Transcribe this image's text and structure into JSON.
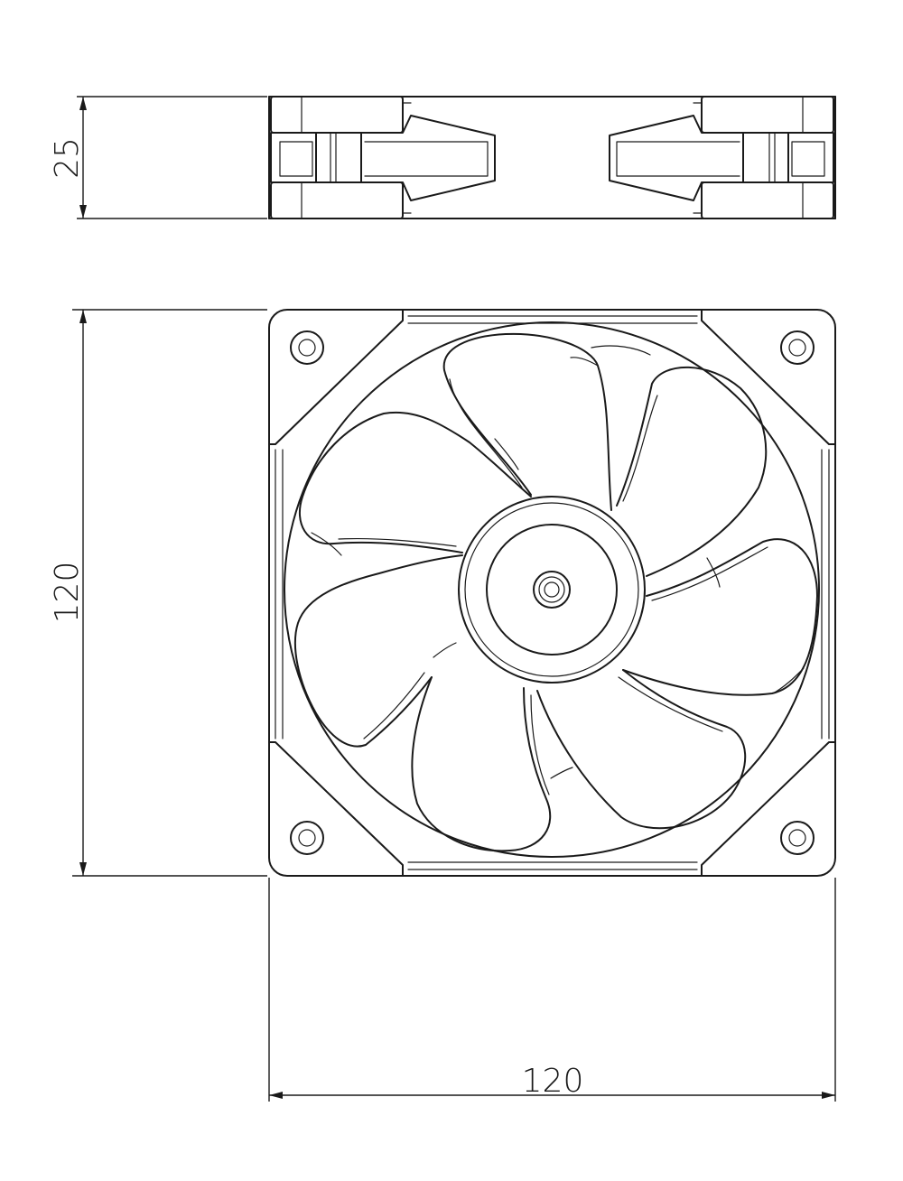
{
  "drawing": {
    "dimensions": {
      "thickness": "25",
      "height": "120",
      "width": "120"
    },
    "colors": {
      "line": "#1a1a1a",
      "background": "#ffffff"
    }
  }
}
